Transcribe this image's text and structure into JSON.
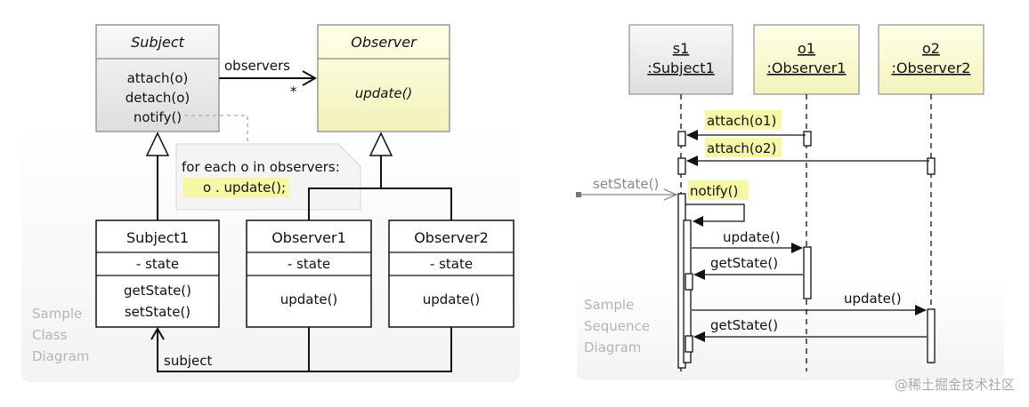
{
  "class_diagram": {
    "subject": {
      "name": "Subject",
      "ops": [
        "attach(o)",
        "detach(o)",
        "notify()"
      ]
    },
    "observer": {
      "name": "Observer",
      "op": "update()"
    },
    "assoc_label": "observers",
    "multiplicity": "*",
    "note": {
      "line1": "for each o in observers:",
      "line2": "o . update();"
    },
    "subject1": {
      "name": "Subject1",
      "attr": "- state",
      "ops": [
        "getState()",
        "setState()"
      ]
    },
    "observer1": {
      "name": "Observer1",
      "attr": "- state",
      "op": "update()"
    },
    "observer2": {
      "name": "Observer2",
      "attr": "- state",
      "op": "update()"
    },
    "subject_label": "subject",
    "caption": [
      "Sample",
      "Class",
      "Diagram"
    ]
  },
  "sequence_diagram": {
    "lifelines": [
      {
        "line1": "s1",
        "line2": ":Subject1"
      },
      {
        "line1": "o1",
        "line2": ":Observer1"
      },
      {
        "line1": "o2",
        "line2": ":Observer2"
      }
    ],
    "messages": {
      "attach_o1": "attach(o1)",
      "attach_o2": "attach(o2)",
      "set_state": "setState()",
      "notify": "notify()",
      "update_o1": "update()",
      "get_state_o1": "getState()",
      "update_o2": "update()",
      "get_state_o2": "getState()"
    },
    "caption": [
      "Sample",
      "Sequence",
      "Diagram"
    ]
  },
  "watermark": "@稀土掘金技术社区",
  "colors": {
    "abstract_fill": "#ececec",
    "interface_fill": "#fafad0",
    "highlight": "#f7f7a8",
    "note_fill": "#f4f4f4",
    "border": "#8a8a8a"
  }
}
